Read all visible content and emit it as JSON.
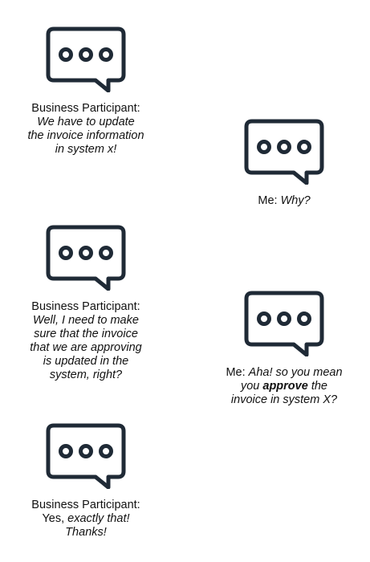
{
  "icon": {
    "name": "speech-bubble-icon",
    "color": "#1f2a36"
  },
  "dialogue": [
    {
      "speaker": "Business Participant:",
      "lines": [
        "We have to update",
        "the invoice information",
        "in system x!"
      ]
    },
    {
      "speaker": "Me:",
      "text": "Why?"
    },
    {
      "speaker": "Business Participant:",
      "lines": [
        "Well, I need to make",
        "sure that the invoice",
        "that we are approving",
        "is updated in the",
        "system, right?"
      ]
    },
    {
      "speaker": "Me:",
      "line1": "Aha! so you mean",
      "line2_prefix": "you",
      "line2_bold": "approve",
      "line2_suffix": "the",
      "line3": "invoice in system X?"
    },
    {
      "speaker": "Business Participant:",
      "prefix": "Yes,",
      "emph": "exactly that!",
      "line3": "Thanks!"
    }
  ]
}
